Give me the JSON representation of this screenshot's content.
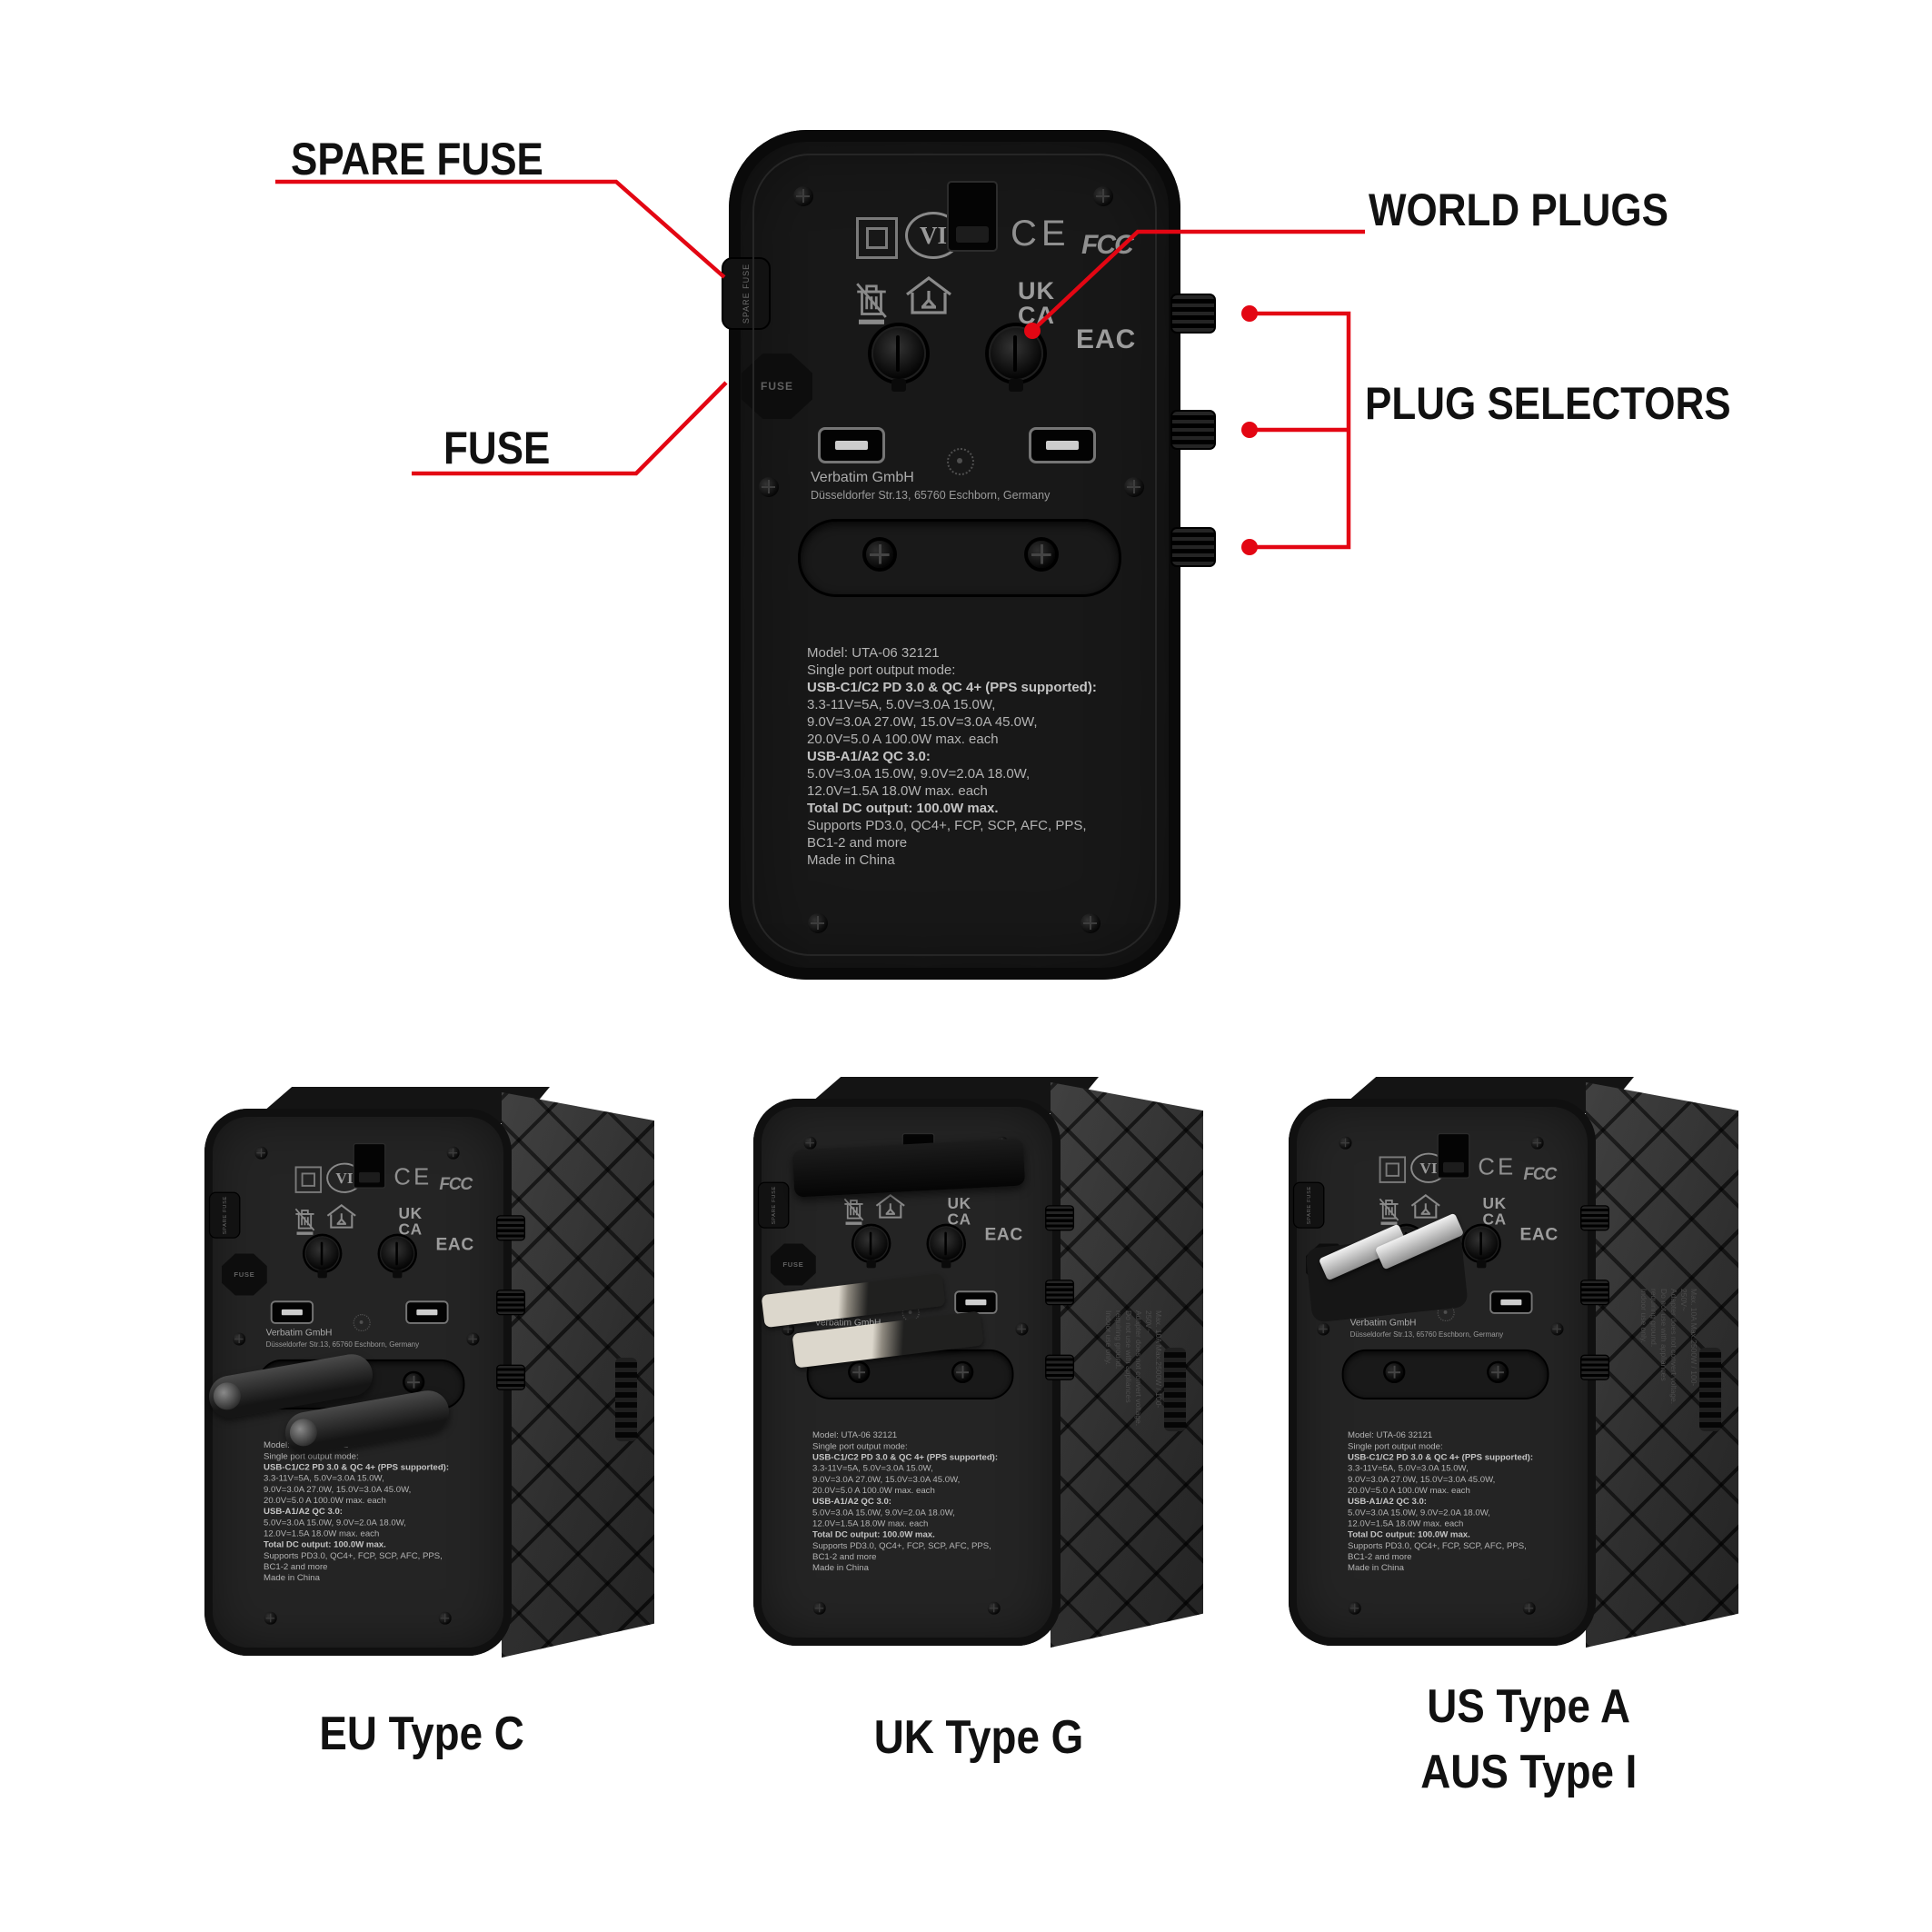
{
  "colors": {
    "accent_red": "#e30613",
    "body_black": "#181818"
  },
  "callouts": {
    "spare_fuse": "SPARE FUSE",
    "fuse": "FUSE",
    "world_plugs": "WORLD PLUGS",
    "plug_selectors": "PLUG SELECTORS"
  },
  "device": {
    "marks": {
      "vi": "VI",
      "ce": "CE",
      "fcc": "FCC",
      "ukca_top": "UK",
      "ukca_bottom": "CA",
      "eac": "EAC"
    },
    "spare_fuse_tab": "SPARE FUSE",
    "fuse_cap": "FUSE",
    "brand_line1": "Verbatim GmbH",
    "brand_line2": "Düsseldorfer Str.13, 65760 Eschborn, Germany",
    "specs": [
      {
        "text": "Model: UTA-06 32121",
        "bold": false
      },
      {
        "text": "Single port output mode:",
        "bold": false
      },
      {
        "text": "USB-C1/C2 PD 3.0 & QC 4+ (PPS supported):",
        "bold": true
      },
      {
        "text": "3.3-11V=5A, 5.0V=3.0A 15.0W,",
        "bold": false
      },
      {
        "text": "9.0V=3.0A 27.0W, 15.0V=3.0A 45.0W,",
        "bold": false
      },
      {
        "text": "20.0V=5.0 A 100.0W max. each",
        "bold": false
      },
      {
        "text": "USB-A1/A2 QC 3.0:",
        "bold": true
      },
      {
        "text": "5.0V=3.0A 15.0W, 9.0V=2.0A 18.0W,",
        "bold": false
      },
      {
        "text": "12.0V=1.5A 18.0W max. each",
        "bold": false
      },
      {
        "text": "Total DC output: 100.0W max.",
        "bold": true
      },
      {
        "text": "Supports PD3.0, QC4+, FCP, SCP, AFC, PPS,",
        "bold": false
      },
      {
        "text": "BC1-2 and more",
        "bold": false
      },
      {
        "text": "Made in China",
        "bold": false
      }
    ]
  },
  "side_text": [
    "Max. 10A Max.2500W / 100-250V~",
    "Adapter does not convert voltage.",
    "Do not use with appliances requiring ground.",
    "Indoor use only."
  ],
  "variants": [
    {
      "caption": "EU Type C"
    },
    {
      "caption": "UK Type G"
    },
    {
      "caption": "US Type A",
      "caption2": "AUS Type I"
    }
  ]
}
